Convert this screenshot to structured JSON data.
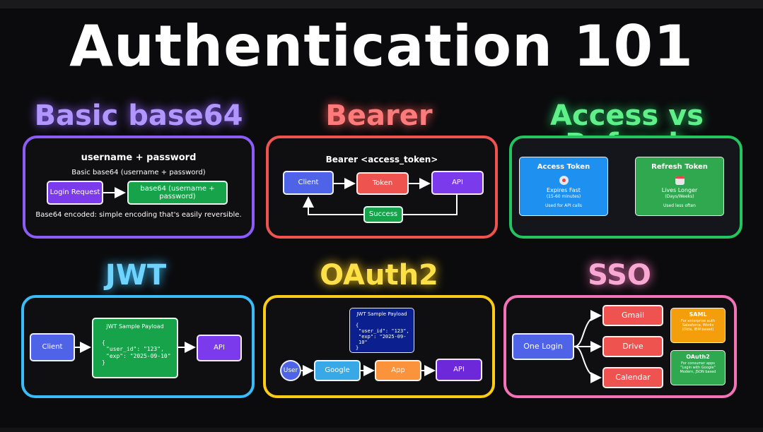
{
  "title": "Authentication 101",
  "colors": {
    "basic": "#8b5cf6",
    "bearer": "#ef5350",
    "access": "#22c55e",
    "jwt": "#38bdf8",
    "oauth2": "#facc15",
    "sso": "#f472b6",
    "blue_box": "#4f63e8",
    "green_box": "#16a34a",
    "red_box": "#ef5350",
    "purple_box": "#7c3aed",
    "orange_box": "#fb923c",
    "navy_box": "#0b1f8f"
  },
  "sections": {
    "basic": {
      "title": "Basic base64",
      "heading": "username + password",
      "subheading": "Basic base64 (username + password)",
      "login_box": "Login Request",
      "encoded_box": "base64 (username + password)",
      "note": "Base64 encoded: simple encoding that's easily reversible."
    },
    "bearer": {
      "title": "Bearer",
      "heading": "Bearer <access_token>",
      "client": "Client",
      "token": "Token",
      "api": "API",
      "success": "Success"
    },
    "access": {
      "title": "Access vs Refresh",
      "access_title": "Access Token",
      "access_icon": "stopwatch-icon",
      "access_line1": "Expires Fast",
      "access_line2": "(15-60 minutes)",
      "access_line3": "Used for API calls",
      "refresh_title": "Refresh Token",
      "refresh_icon": "calendar-icon",
      "refresh_line1": "Lives Longer",
      "refresh_line2": "(Days/Weeks)",
      "refresh_line3": "Used less often"
    },
    "jwt": {
      "title": "JWT",
      "client": "Client",
      "payload_title": "JWT Sample Payload",
      "payload_lines": [
        "{",
        "\"user_id\": \"123\",",
        "\"exp\": \"2025-09-10\"",
        "}"
      ],
      "api": "API"
    },
    "oauth2": {
      "title": "OAuth2",
      "payload_title": "JWT Sample Payload",
      "payload_lines": [
        "{",
        "\"user_id\": \"123\",",
        "\"exp\": \"2025-09-10\"",
        "}"
      ],
      "user": "User",
      "google": "Google",
      "app": "App",
      "api": "API"
    },
    "sso": {
      "title": "SSO",
      "one_login": "One Login",
      "gmail": "Gmail",
      "drive": "Drive",
      "calendar": "Calendar",
      "saml_title": "SAML",
      "saml_lines": [
        "For enterprise auth",
        "Salesforce, Works",
        "(Okta, IBM based)"
      ],
      "oauth2_title": "OAuth2",
      "oauth2_lines": [
        "For consumer apps",
        "\"Login with Google\"",
        "Modern, JSON based"
      ]
    }
  }
}
